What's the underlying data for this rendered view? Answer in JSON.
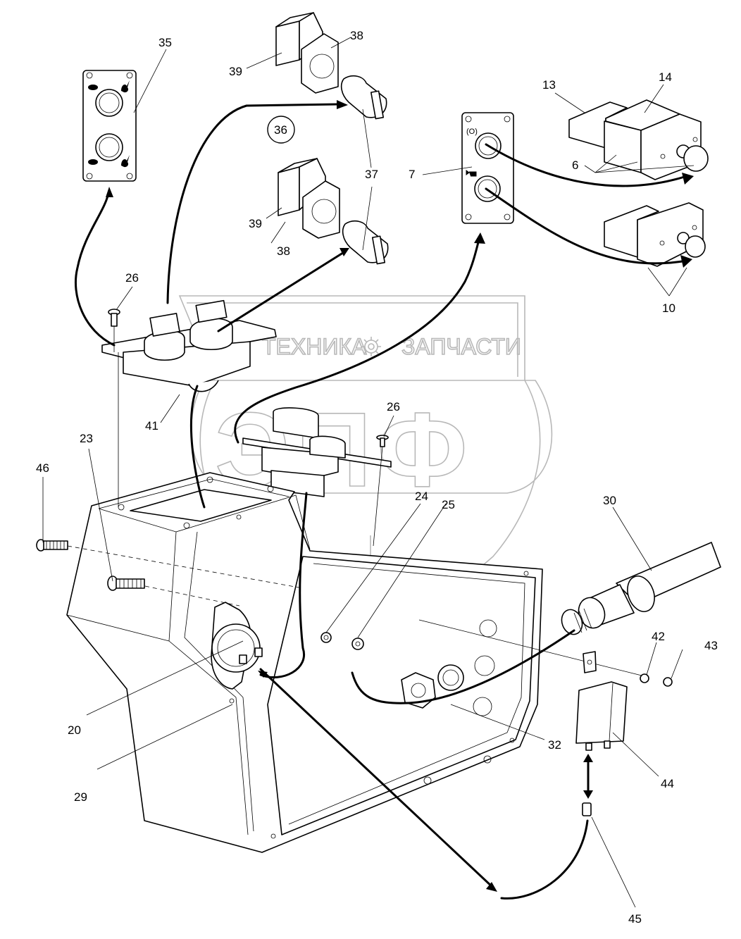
{
  "diagram": {
    "title": "Control box assembly — exploded parts view",
    "watermark": {
      "brand_letters": "ЭПФ",
      "left_text": "ТЕХНИКА",
      "right_text": "ЗАПЧАСТИ",
      "icon": "gear-icon",
      "color": "#b8b8b8"
    },
    "line_color": "#000000",
    "background": "#ffffff",
    "callouts": [
      {
        "id": "c35",
        "label": "35",
        "part": "speed selector panel (tortoise / hare)"
      },
      {
        "id": "c39a",
        "label": "39",
        "part": "contact block (upper)"
      },
      {
        "id": "c38a",
        "label": "38",
        "part": "mounting adapter (upper)"
      },
      {
        "id": "c36",
        "label": "36",
        "part": "selector switch assembly",
        "circled": true
      },
      {
        "id": "c37",
        "label": "37",
        "part": "key selector switch"
      },
      {
        "id": "c39b",
        "label": "39",
        "part": "contact block (lower)"
      },
      {
        "id": "c38b",
        "label": "38",
        "part": "mounting adapter (lower)"
      },
      {
        "id": "c7",
        "label": "7",
        "part": "light / horn button panel"
      },
      {
        "id": "c13",
        "label": "13",
        "part": "contact block"
      },
      {
        "id": "c14",
        "label": "14",
        "part": "contact block"
      },
      {
        "id": "c6",
        "label": "6",
        "part": "push button assembly (light)"
      },
      {
        "id": "c10",
        "label": "10",
        "part": "push button assembly (horn)"
      },
      {
        "id": "c26a",
        "label": "26",
        "part": "screw"
      },
      {
        "id": "c41",
        "label": "41",
        "part": "switch panel harness"
      },
      {
        "id": "c26b",
        "label": "26",
        "part": "screw"
      },
      {
        "id": "c23",
        "label": "23",
        "part": "bolt"
      },
      {
        "id": "c46",
        "label": "46",
        "part": "bolt"
      },
      {
        "id": "c24",
        "label": "24",
        "part": "washer"
      },
      {
        "id": "c25",
        "label": "25",
        "part": "washer"
      },
      {
        "id": "c30",
        "label": "30",
        "part": "cable gland / conduit"
      },
      {
        "id": "c42",
        "label": "42",
        "part": "washer"
      },
      {
        "id": "c43",
        "label": "43",
        "part": "nut"
      },
      {
        "id": "c20",
        "label": "20",
        "part": "horn"
      },
      {
        "id": "c29",
        "label": "29",
        "part": "control box housing"
      },
      {
        "id": "c32",
        "label": "32",
        "part": "gland nut"
      },
      {
        "id": "c44",
        "label": "44",
        "part": "relay"
      },
      {
        "id": "c45",
        "label": "45",
        "part": "connector"
      }
    ],
    "panel_symbols": {
      "panel_35": [
        "tortoise-icon",
        "hare-icon",
        "tortoise-icon",
        "hare-icon"
      ],
      "panel_7": [
        "light-icon",
        "horn-icon"
      ],
      "panel_7_light_text": "(O)"
    }
  }
}
